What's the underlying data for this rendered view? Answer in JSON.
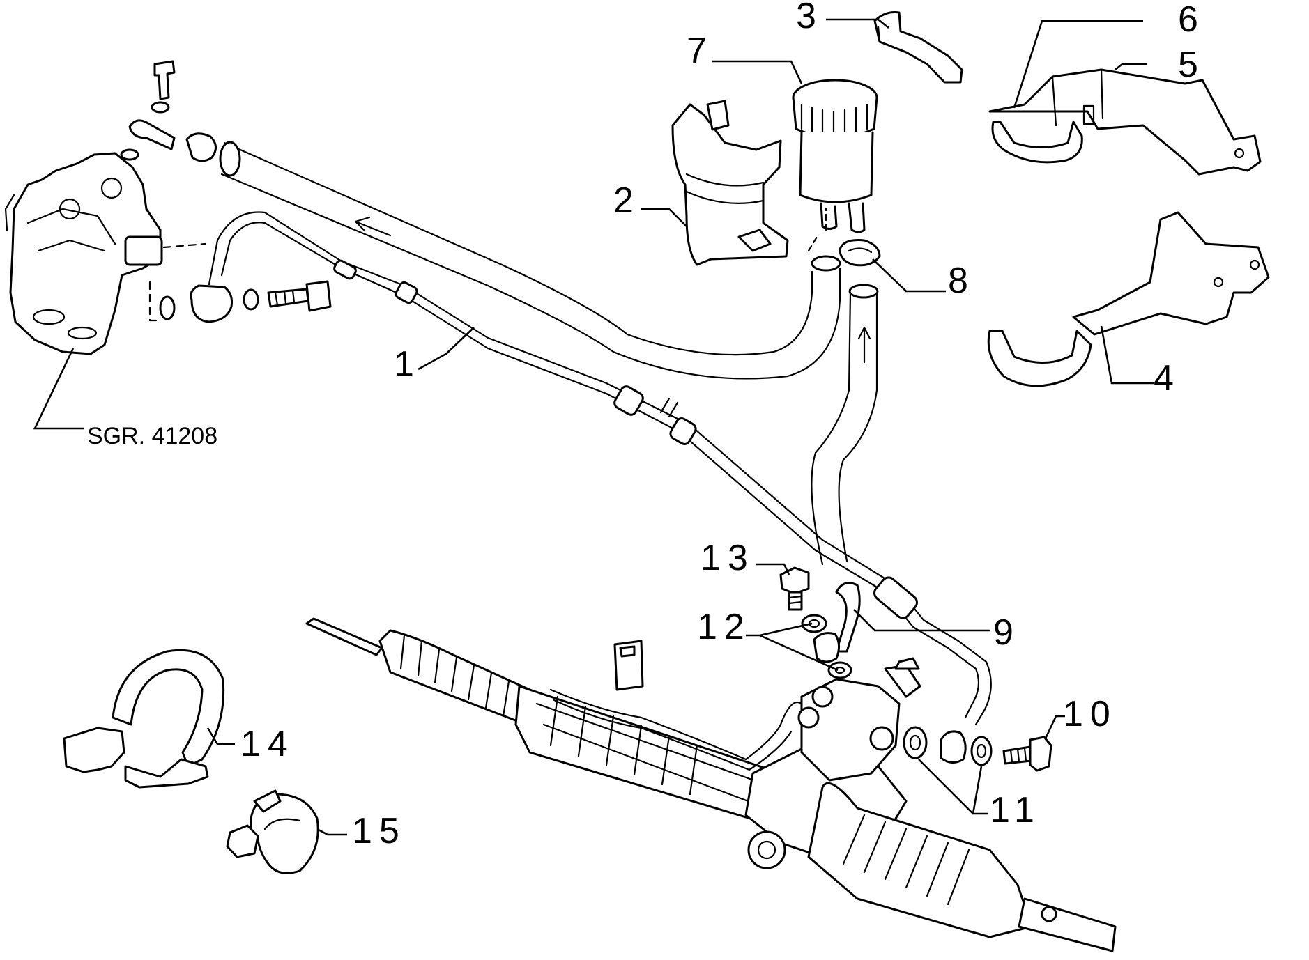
{
  "diagram": {
    "reference_label": "SGR. 41208",
    "callouts": [
      {
        "id": "c1",
        "text": "1"
      },
      {
        "id": "c2",
        "text": "2"
      },
      {
        "id": "c3",
        "text": "3"
      },
      {
        "id": "c4",
        "text": "4"
      },
      {
        "id": "c5",
        "text": "5"
      },
      {
        "id": "c6",
        "text": "6"
      },
      {
        "id": "c7",
        "text": "7"
      },
      {
        "id": "c8",
        "text": "8"
      },
      {
        "id": "c9",
        "text": "9"
      },
      {
        "id": "c10",
        "text": "10"
      },
      {
        "id": "c11",
        "text": "11"
      },
      {
        "id": "c12",
        "text": "12"
      },
      {
        "id": "c13",
        "text": "13"
      },
      {
        "id": "c14",
        "text": "14"
      },
      {
        "id": "c15",
        "text": "15"
      }
    ],
    "line_color": "#000000",
    "background": "#ffffff"
  }
}
